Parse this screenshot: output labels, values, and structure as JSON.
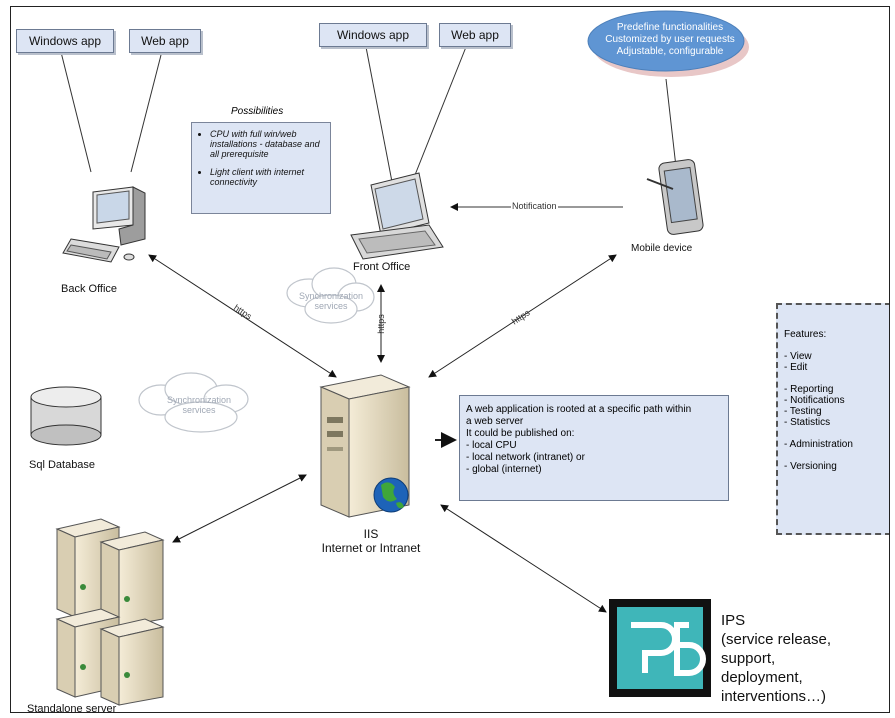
{
  "back_office": {
    "windows_app": "Windows app",
    "web_app": "Web app",
    "label": "Back Office"
  },
  "front_office": {
    "windows_app": "Windows app",
    "web_app": "Web app",
    "label": "Front Office"
  },
  "possibilities": {
    "title": "Possibilities",
    "items": [
      "CPU with full win/web installations - database and all prerequisite",
      "Light client with internet connectivity"
    ]
  },
  "mobile": {
    "ellipse_lines": [
      "Predefine functionalities",
      "Customized by user requests",
      "Adjustable, configurable"
    ],
    "label": "Mobile device",
    "notification": "Notification"
  },
  "connections": {
    "https_left": "https",
    "https_center": "https",
    "https_right": "https"
  },
  "clouds": {
    "top": [
      "Synchronization",
      "services"
    ],
    "left": [
      "Synchronization",
      "services"
    ]
  },
  "sql": {
    "label": "Sql Database"
  },
  "iis": {
    "line1": "IIS",
    "line2": "Internet or Intranet",
    "description": [
      "A web application is rooted at a specific path within",
      "a web server",
      "It could be published on:",
      "- local CPU",
      "- local network (intranet) or",
      "- global (internet)"
    ]
  },
  "features": {
    "title": "Features:",
    "groups": [
      [
        "- View",
        "- Edit"
      ],
      [
        "- Reporting",
        "- Notifications",
        "- Testing",
        "- Statistics"
      ],
      [
        "- Administration"
      ],
      [
        "- Versioning"
      ]
    ]
  },
  "standalone": {
    "label": "Standalone server"
  },
  "ips": {
    "lines": [
      "IPS",
      "(service release,",
      "support,",
      "deployment,",
      "interventions…)"
    ]
  }
}
